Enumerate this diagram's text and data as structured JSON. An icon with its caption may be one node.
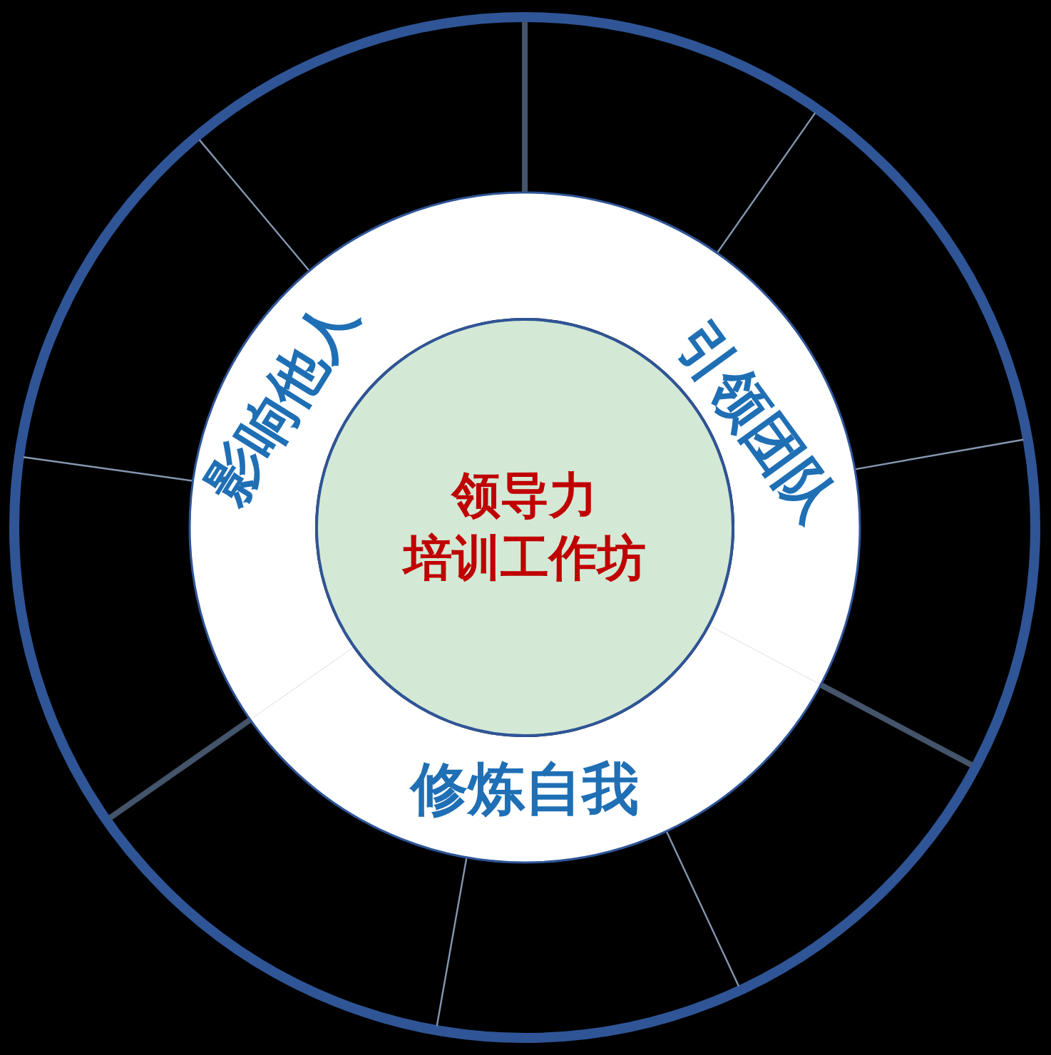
{
  "diagram": {
    "nodes": [
      {
        "text": [
          "领导力",
          "培训工作坊"
        ]
      },
      {
        "text": [
          "影响他人"
        ]
      },
      {
        "text": [
          "引领团队"
        ]
      },
      {
        "text": [
          "修炼自我"
        ]
      }
    ]
  }
}
